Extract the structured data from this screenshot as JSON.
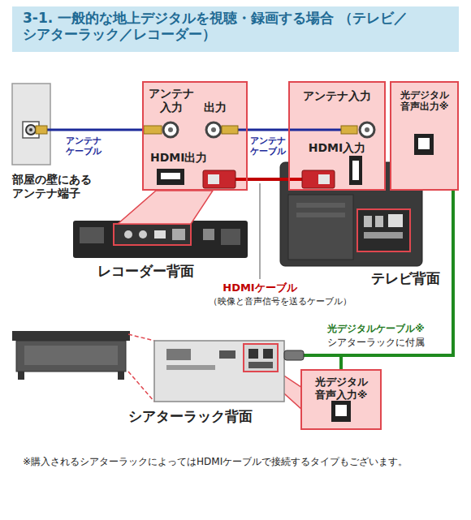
{
  "diagram": {
    "title": "3-1. 一般的な地上デジタルを視聴・録画する場合 （テレビ／シアターラック／レコーダー）",
    "nodes": [
      {
        "text": [
          "部屋の壁にある アンテナ端子"
        ]
      },
      {
        "text": [
          "アンテナ 入力",
          "出力",
          "HDMI出力"
        ]
      },
      {
        "text": [
          "アンテナ入力",
          "HDMI入力"
        ]
      },
      {
        "text": [
          "光デジタル 音声出力※"
        ]
      },
      {
        "text": [
          "レコーダー背面"
        ]
      },
      {
        "text": [
          "テレビ背面"
        ]
      },
      {
        "text": [
          "シアターラック背面"
        ]
      },
      {
        "text": [
          "光デジタル 音声入力※"
        ]
      }
    ],
    "edges": [
      {
        "from": 0,
        "to": 1,
        "arrow": "none",
        "label": "アンテナ ケーブル"
      },
      {
        "from": 1,
        "to": 2,
        "arrow": "none",
        "label": "アンテナ ケーブル"
      },
      {
        "from": 1,
        "to": 2,
        "arrow": "none"
      },
      {
        "from": 3,
        "to": 7,
        "arrow": "none"
      }
    ],
    "labels": [
      "HDMIケーブル",
      "（映像と音声信号を送るケーブル）",
      "光デジタルケーブル※",
      "シアターラックに付属",
      "※購入されるシアターラックによってはHDMIケーブルで接続するタイプもございます。"
    ]
  }
}
